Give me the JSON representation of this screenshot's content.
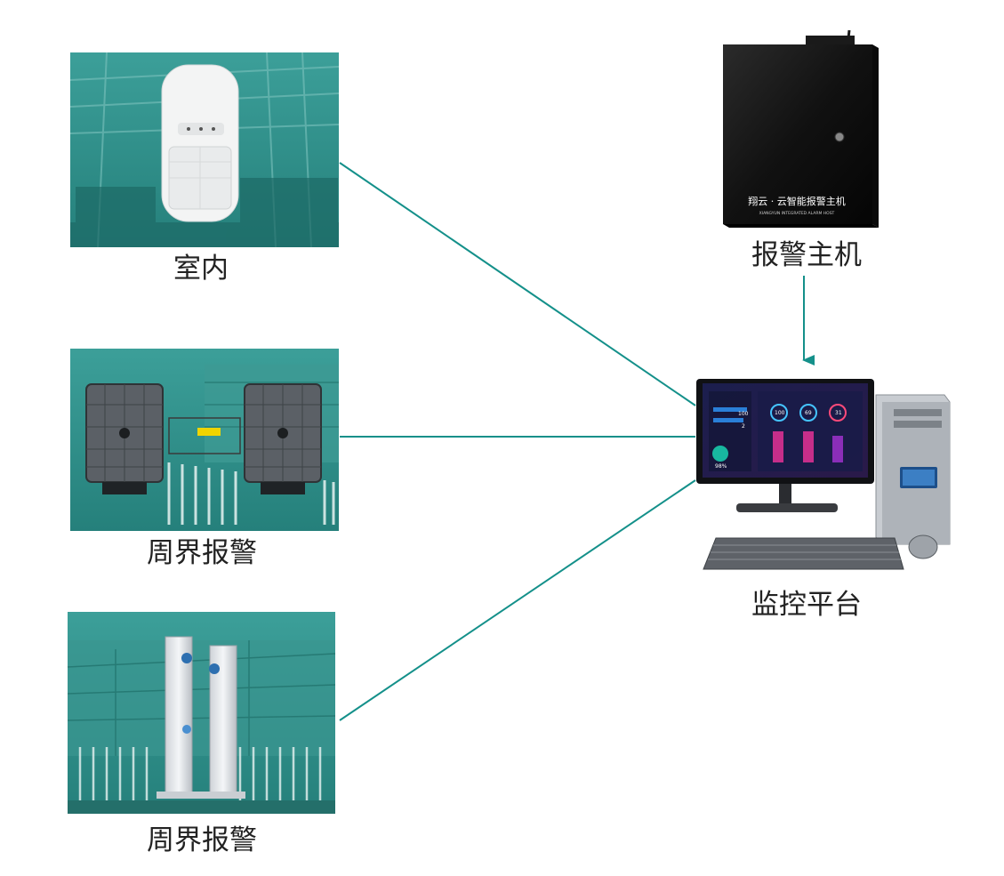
{
  "nodes": {
    "indoor": {
      "label": "室内"
    },
    "perimeter_box": {
      "label": "周界报警"
    },
    "perimeter_beam": {
      "label": "周界报警"
    },
    "alarm_host": {
      "label": "报警主机",
      "brand_text": "翔云 · 云智能报警主机",
      "brand_sub": "XIANGYUN  INTEGRATED ALARM HOST"
    },
    "platform": {
      "label": "监控平台",
      "dashboard_values": [
        "100",
        "2",
        "100",
        "69",
        "31",
        "98%"
      ]
    }
  },
  "colors": {
    "connector": "#14908a",
    "teal_bg": "#2e8c87"
  }
}
